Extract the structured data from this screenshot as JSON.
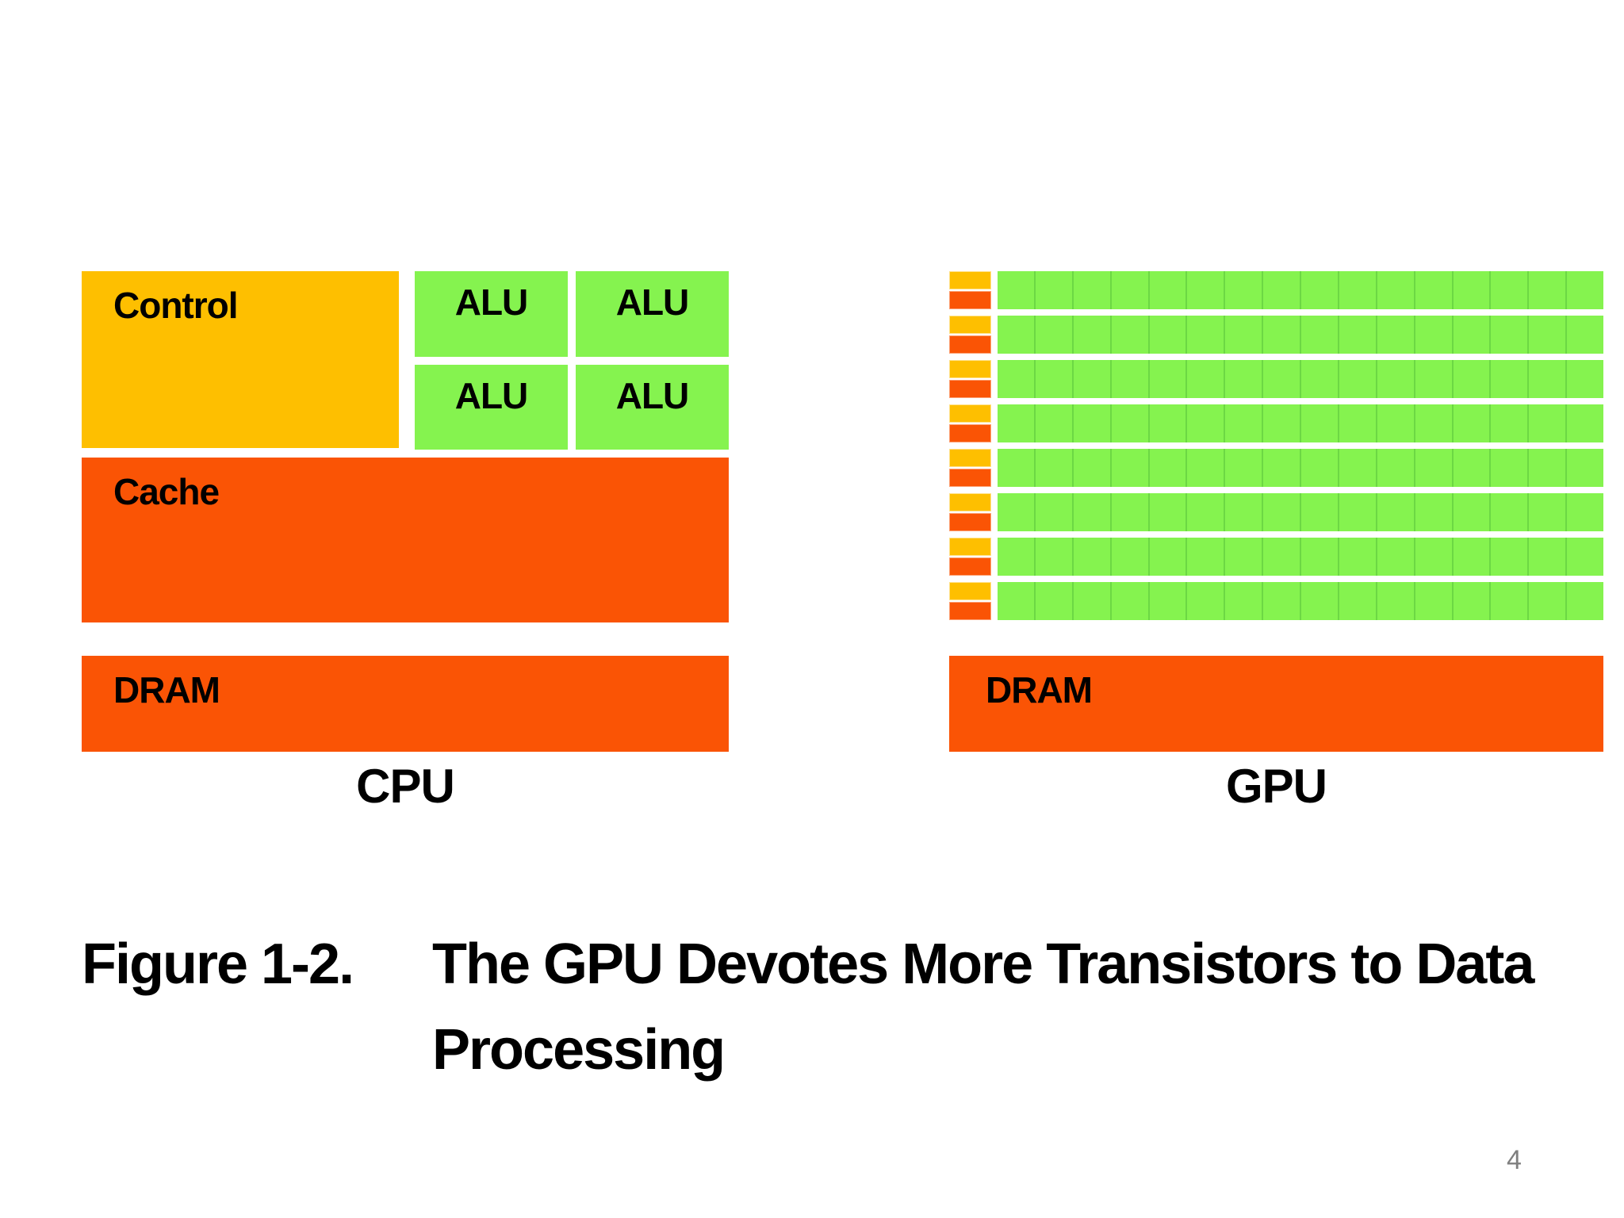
{
  "cpu": {
    "control_label": "Control",
    "cache_label": "Cache",
    "dram_label": "DRAM",
    "title": "CPU",
    "alu": {
      "label": "ALU",
      "count": 4
    }
  },
  "gpu": {
    "dram_label": "DRAM",
    "title": "GPU",
    "grid": {
      "rows": 8,
      "cols": 16
    }
  },
  "caption": {
    "label": "Figure 1-2.",
    "title_line1": "The GPU Devotes More Transistors to Data",
    "title_line2": "Processing"
  },
  "page_number": "4",
  "colors": {
    "control_yellow": "#FEBF00",
    "cache_orange": "#FA5405",
    "alu_green": "#85F34F",
    "green_divider": "#6CD844",
    "page_number_gray": "#7F7F7F"
  }
}
